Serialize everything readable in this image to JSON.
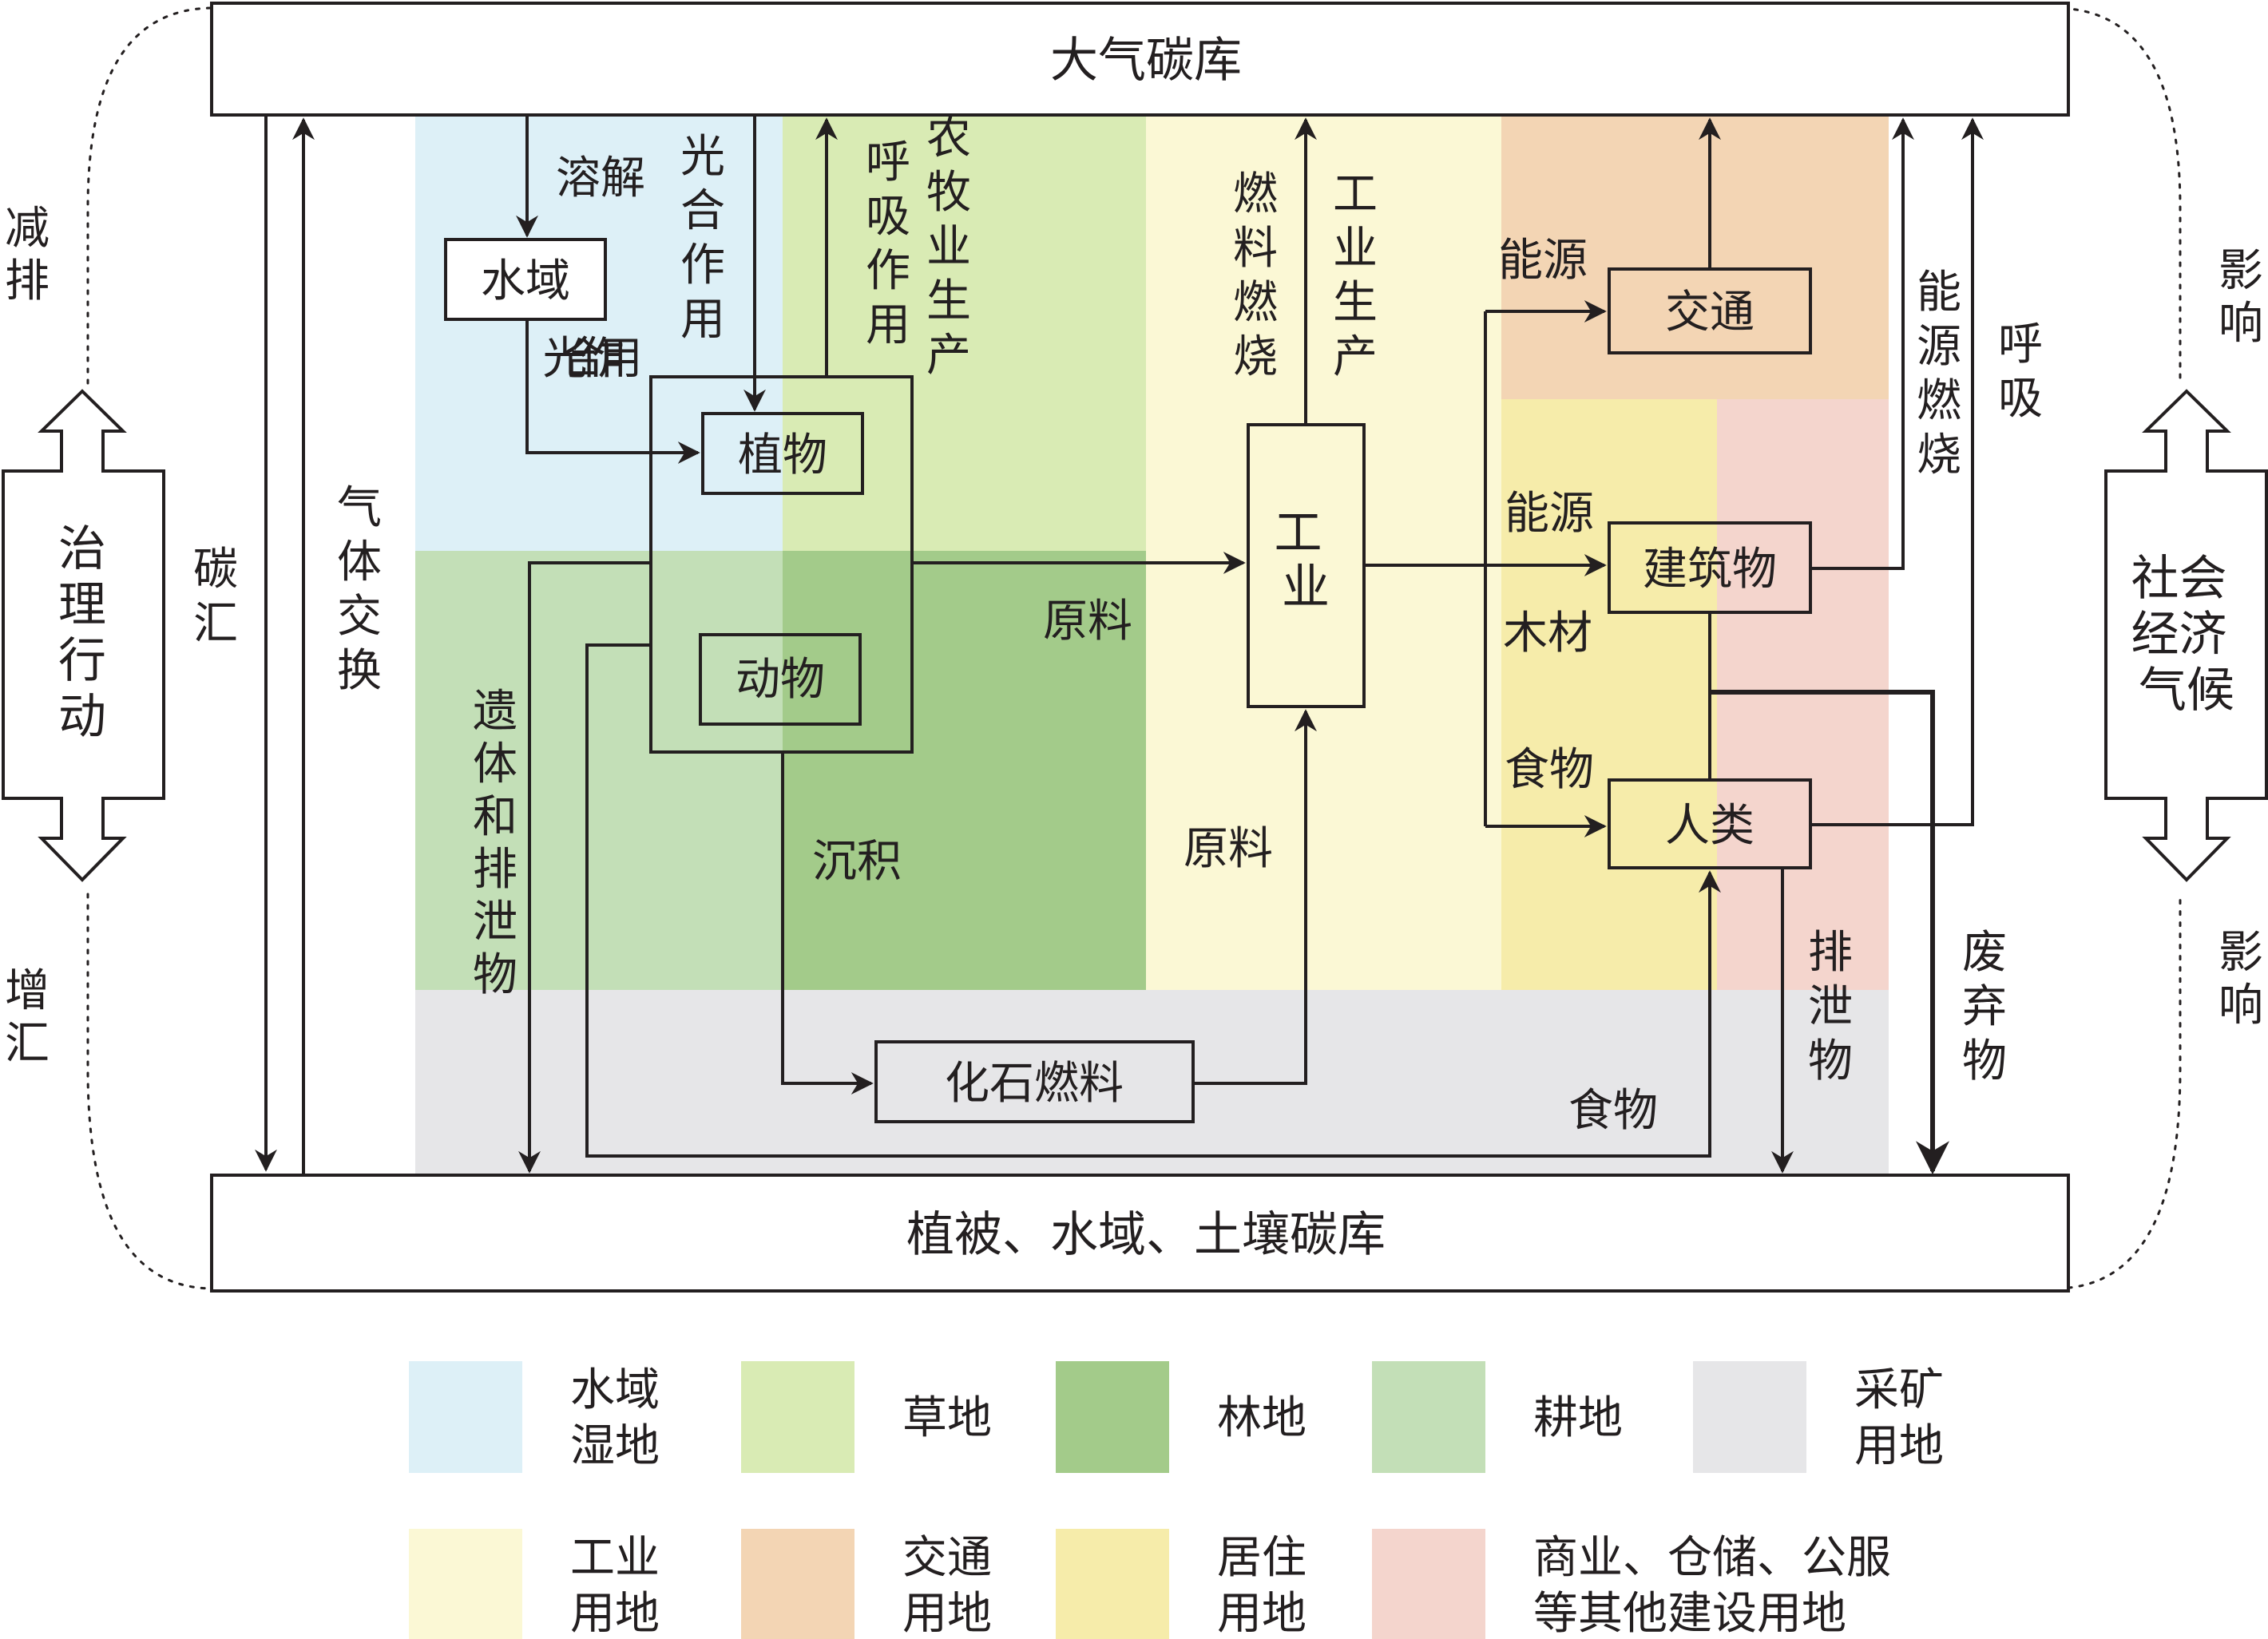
{
  "pools": {
    "atmosphere": "大气碳库",
    "terrestrial": "植被、水域、土壤碳库"
  },
  "nodes": {
    "water": "水域",
    "plants": "植物",
    "animals": "动物",
    "industry": "工业",
    "fossil_fuel": "化石燃料",
    "transport": "交通",
    "buildings": "建筑物",
    "humans": "人类"
  },
  "flows": {
    "carbon_sink": "碳汇",
    "gas_exchange": "气体交换",
    "dissolution": "溶解",
    "photosynthesis_top": "光合作用",
    "photosynthesis_mid": "光合作用",
    "respiration": "呼吸作用",
    "agri_production": "农牧业生产",
    "fuel_combustion": "燃料燃烧",
    "industrial_production": "工业生产",
    "energy_transport": "能源",
    "energy_combustion": "能源燃烧",
    "breathing": "呼吸",
    "raw_material_top": "原料",
    "raw_material_bottom": "原料",
    "energy_buildings": "能源",
    "wood": "木材",
    "food_humans": "食物",
    "remains": "遗体和排泄物",
    "sedimentation": "沉积",
    "food_bottom": "食物",
    "excreta": "排泄物",
    "waste": "废弃物"
  },
  "side": {
    "left_arrow": "治理行动",
    "reduce_emissions": "减排",
    "increase_sink": "增汇",
    "right_arrow": "社会经济气候",
    "impact_top": "影响",
    "impact_bottom": "影响"
  },
  "legend": [
    {
      "label": "水域湿地",
      "color": "#ddf0f7"
    },
    {
      "label": "草地",
      "color": "#d9ebb4"
    },
    {
      "label": "林地",
      "color": "#a3cb8a"
    },
    {
      "label": "耕地",
      "color": "#c3dfb7"
    },
    {
      "label": "采矿用地",
      "color": "#e6e6e8"
    },
    {
      "label": "工业用地",
      "color": "#fbf8d5"
    },
    {
      "label": "交通用地",
      "color": "#f3d5b4"
    },
    {
      "label": "居住用地",
      "color": "#f6ecaa"
    },
    {
      "label": "商业、仓储、公服等其他建设用地",
      "color": "#f4d5cd"
    }
  ]
}
